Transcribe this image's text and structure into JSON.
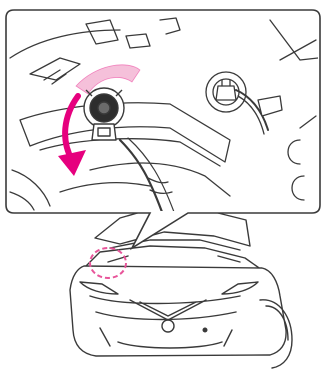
{
  "diagram": {
    "type": "manual-illustration",
    "subject": "headlight-bulb-removal",
    "callout": {
      "icons": [
        "bulb-socket-icon",
        "rotation-arrow-icon",
        "wiring-harness-icon"
      ],
      "arrow_color": "#e6007e",
      "highlight_color": "#f5c0da",
      "rotation_direction": "counter-clockwise"
    },
    "vehicle": {
      "view": "front-three-quarter",
      "hood": "open",
      "highlighted_area": "driver-side-headlight"
    },
    "colors": {
      "line": "#3a3a3a",
      "fill": "#ffffff",
      "accent": "#e6007e",
      "highlight_marker": "#e8559a"
    }
  }
}
